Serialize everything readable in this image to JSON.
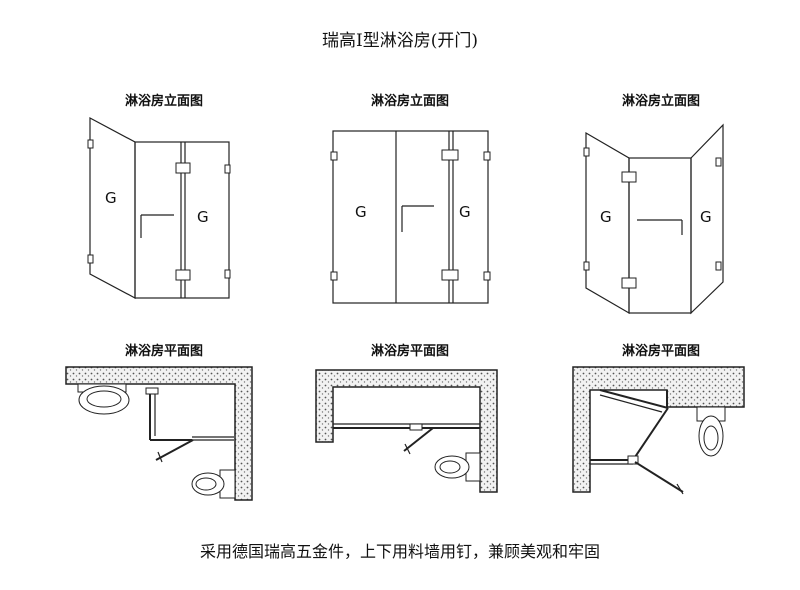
{
  "title": "瑞高I型淋浴房(开门)",
  "labels": {
    "elevation": "淋浴房立面图",
    "plan": "淋浴房平面图"
  },
  "glass_mark": "G",
  "footer": "采用德国瑞高五金件，上下用料墙用钉，兼顾美观和牢固"
}
